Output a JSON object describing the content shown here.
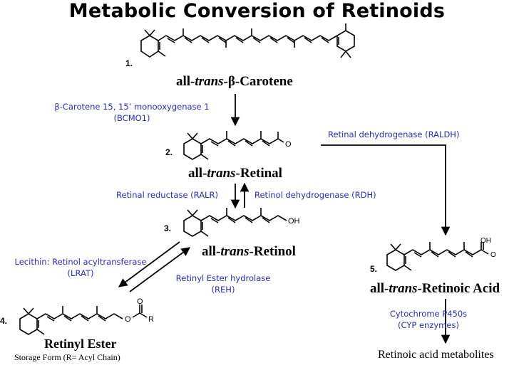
{
  "title": "Metabolic Conversion of Retinoids",
  "compounds": [
    {
      "number": "1.",
      "name_prefix": "all-",
      "name_italic": "trans",
      "name_suffix": "-β-Carotene"
    },
    {
      "number": "2.",
      "name_prefix": "all-",
      "name_italic": "trans",
      "name_suffix": "-Retinal"
    },
    {
      "number": "3.",
      "name_prefix": "all-",
      "name_italic": "trans",
      "name_suffix": "-Retinol"
    },
    {
      "number": "4.",
      "name": "Retinyl Ester",
      "subtitle": "Storage Form (R= Acyl Chain)"
    },
    {
      "number": "5.",
      "name_prefix": "all-",
      "name_italic": "trans",
      "name_suffix": "-Retinoic Acid"
    }
  ],
  "enzymes": {
    "bcmo1": {
      "line1": "β-Carotene 15, 15’ monooxygenase 1",
      "line2": "(BCMO1)"
    },
    "raldh": {
      "line1": "Retinal dehydrogenase (RALDH)"
    },
    "ralr": {
      "line1": "Retinal reductase (RALR)"
    },
    "rdh": {
      "line1": "Retinol dehydrogenase (RDH)"
    },
    "lrat": {
      "line1": "Lecithin: Retinol acyltransferase",
      "line2": "(LRAT)"
    },
    "reh": {
      "line1": "Retinyl Ester hydrolase",
      "line2": "(REH)"
    },
    "cyp": {
      "line1": "Cytochrome P450s",
      "line2": "(CYP enzymes)"
    }
  },
  "atom_labels": {
    "aldehyde_o": "O",
    "hydroxyl": "OH",
    "ester_o": "O",
    "ester_carbonyl_o": "O",
    "r_group": "R",
    "acid_oh": "OH",
    "acid_o": "O"
  },
  "end_product": "Retinoic acid metabolites",
  "colors": {
    "enzyme_text": "#2b2bc4",
    "structure": "#000000",
    "arrow": "#000000"
  }
}
